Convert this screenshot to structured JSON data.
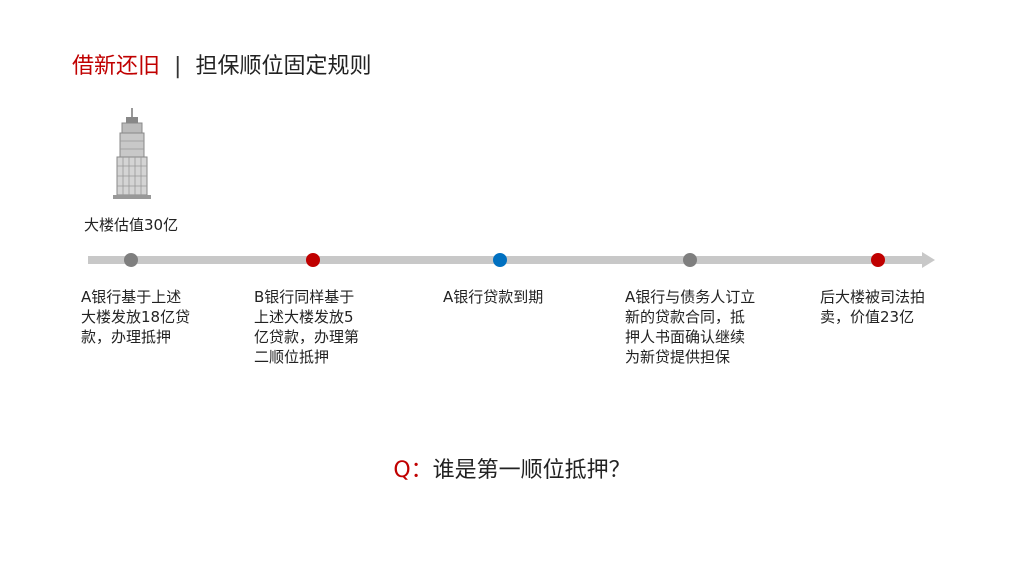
{
  "title": {
    "highlight": "借新还旧",
    "separator": "|",
    "text": "担保顺位固定规则"
  },
  "building": {
    "icon": "building-icon",
    "label": "大楼估值30亿"
  },
  "timeline": {
    "events": [
      {
        "text": "A银行基于上述\n大楼发放18亿贷\n款，办理抵押",
        "color": "#7f7f7f"
      },
      {
        "text": "B银行同样基于\n上述大楼发放5\n亿贷款，办理第\n二顺位抵押",
        "color": "#c00000"
      },
      {
        "text": "A银行贷款到期",
        "color": "#0070c0"
      },
      {
        "text": "A银行与债务人订立\n新的贷款合同，抵\n押人书面确认继续\n为新贷提供担保",
        "color": "#7f7f7f"
      },
      {
        "text": "后大楼被司法拍\n卖，价值23亿",
        "color": "#c00000"
      }
    ]
  },
  "question": {
    "prefix": "Q：",
    "text": "谁是第一顺位抵押？"
  }
}
